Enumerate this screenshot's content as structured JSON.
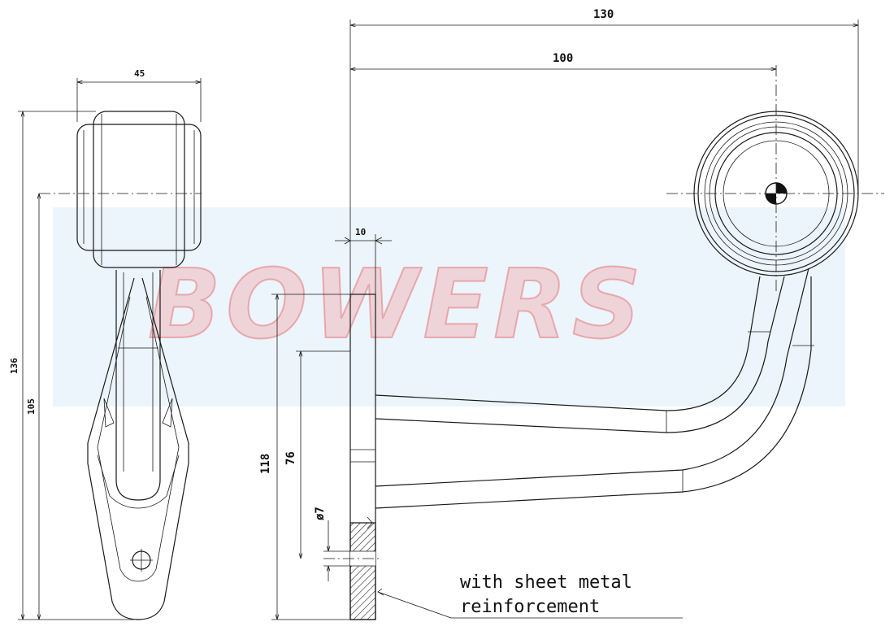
{
  "watermark": {
    "brand": "BOWERS",
    "band_color": "#dcecf8",
    "text_color": "#f06060"
  },
  "dimensions": {
    "d45": "45",
    "d136": "136",
    "d105": "105",
    "d130": "130",
    "d100": "100",
    "d10": "10",
    "d118": "118",
    "d76": "76",
    "hole": "ø7"
  },
  "note": {
    "line1": "with sheet metal",
    "line2": "reinforcement"
  }
}
